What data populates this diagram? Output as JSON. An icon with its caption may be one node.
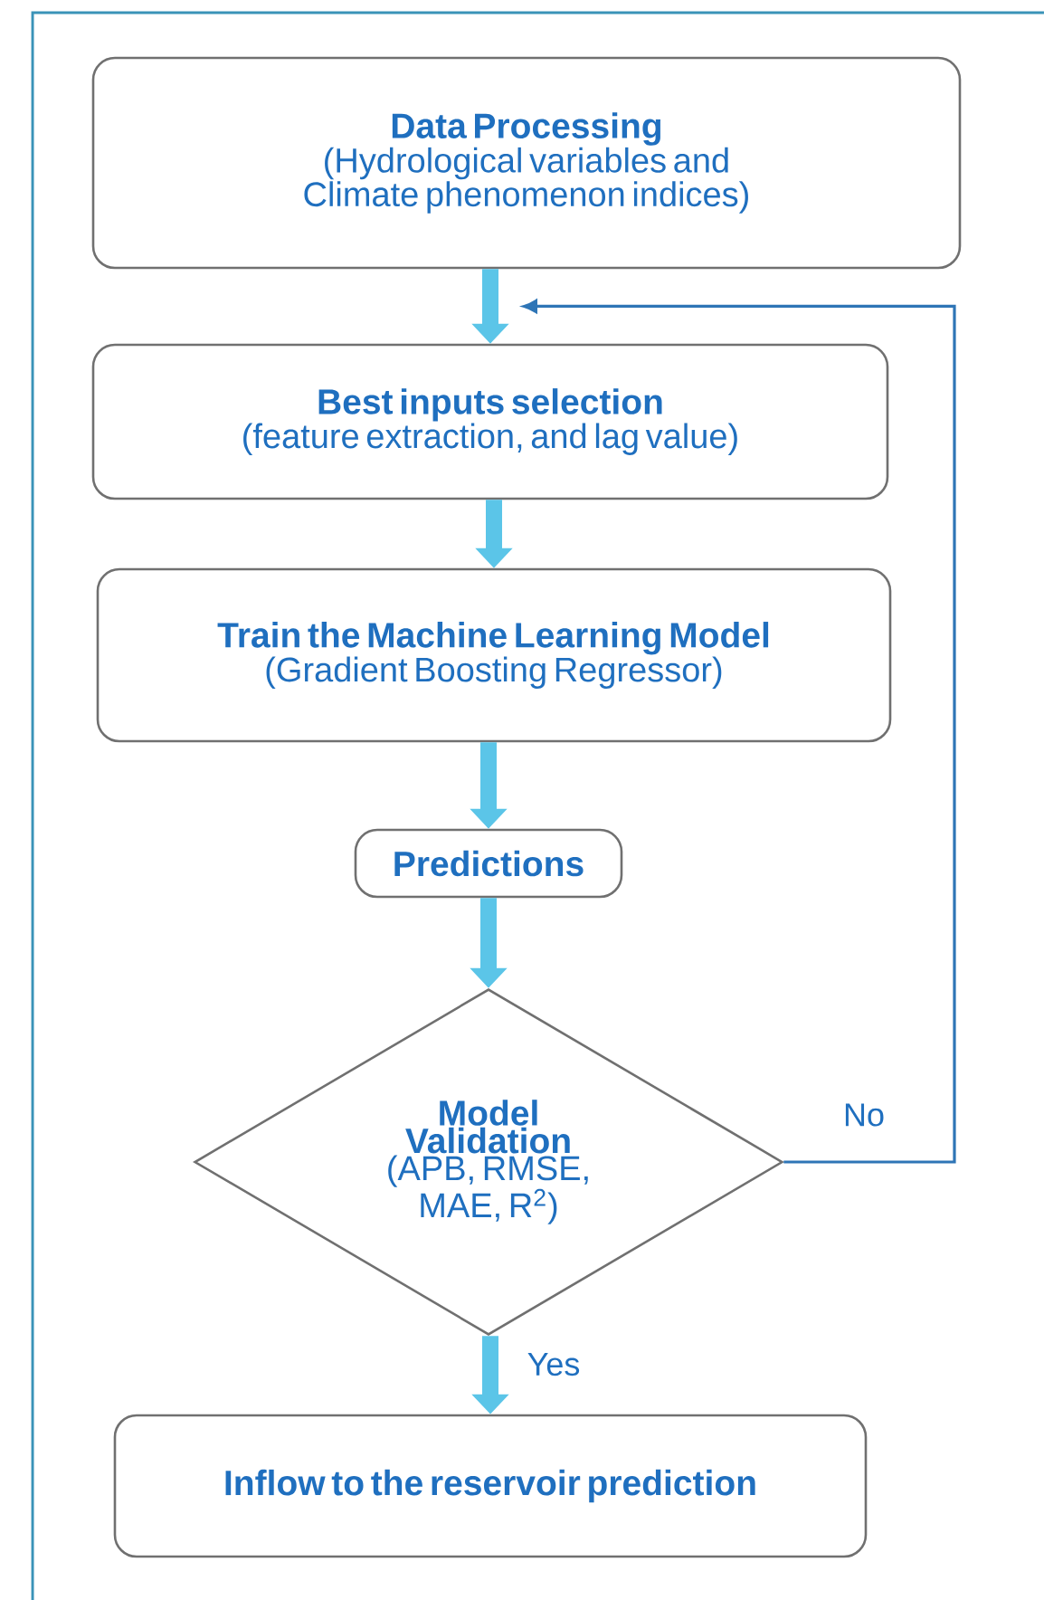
{
  "diagram": {
    "nodes": [
      {
        "text": [
          "Data Processing",
          "(Hydrological variables and Climate phenomenon indices)"
        ]
      },
      {
        "text": [
          "Best inputs selection",
          "(feature extraction, and lag value)"
        ]
      },
      {
        "text": [
          "Train the Machine Learning Model",
          "(Gradient Boosting Regressor)"
        ]
      },
      {
        "text": [
          "Predictions"
        ]
      },
      {
        "text": [
          "Model Validation",
          "(APB, RMSE, MAE, R$^{2}$)"
        ]
      },
      {
        "text": [
          "Inflow to the reservoir prediction"
        ]
      }
    ],
    "edges": [
      {
        "from": 0,
        "to": 1,
        "arrow": "to"
      },
      {
        "from": 1,
        "to": 2,
        "arrow": "to"
      },
      {
        "from": 2,
        "to": 3,
        "arrow": "to"
      },
      {
        "from": 3,
        "to": 4,
        "arrow": "to"
      },
      {
        "from": 4,
        "to": 5,
        "arrow": "to",
        "label": "Yes"
      },
      {
        "from": 4,
        "to": 1,
        "arrow": "to",
        "label": "No",
        "color": "#2e75b6"
      }
    ]
  }
}
